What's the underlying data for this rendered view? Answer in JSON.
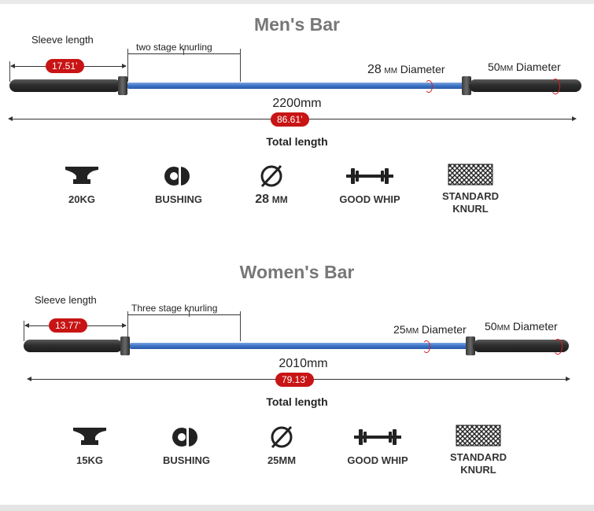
{
  "mens": {
    "title": "Men's Bar",
    "sleeve_length_label": "Sleeve length",
    "sleeve_length_value": "17.51’",
    "knurling_label": "two stage knurling",
    "shaft_diameter_num": "28",
    "shaft_diameter_unit": "MM",
    "shaft_diameter_text": "Diameter",
    "sleeve_diameter_num": "50",
    "sleeve_diameter_unit": "MM",
    "sleeve_diameter_text": "Diameter",
    "total_mm": "2200mm",
    "total_in": "86.61’",
    "total_label": "Total length",
    "features": [
      {
        "icon": "anvil-icon",
        "label": "20KG"
      },
      {
        "icon": "bushing-icon",
        "label": "BUSHING"
      },
      {
        "icon": "diameter-icon",
        "label_num": "28",
        "label_unit": "MM"
      },
      {
        "icon": "barbell-icon",
        "label": "GOOD WHIP"
      },
      {
        "icon": "knurl-icon",
        "label": "STANDARD KNURL"
      }
    ]
  },
  "womens": {
    "title": "Women's Bar",
    "sleeve_length_label": "Sleeve length",
    "sleeve_length_value": "13.77’",
    "knurling_label": "Three stage knurling",
    "shaft_diameter_num": "25",
    "shaft_diameter_unit": "MM",
    "shaft_diameter_text": "Diameter",
    "sleeve_diameter_num": "50",
    "sleeve_diameter_unit": "MM",
    "sleeve_diameter_text": "Diameter",
    "total_mm": "2010mm",
    "total_in": "79.13’",
    "total_label": "Total length",
    "features": [
      {
        "icon": "anvil-icon",
        "label": "15KG"
      },
      {
        "icon": "bushing-icon",
        "label": "BUSHING"
      },
      {
        "icon": "diameter-icon",
        "label": "25MM"
      },
      {
        "icon": "barbell-icon",
        "label": "GOOD WHIP"
      },
      {
        "icon": "knurl-icon",
        "label": "STANDARD KNURL"
      }
    ]
  },
  "colors": {
    "badge": "#c81414",
    "shaft": "#3d73c6",
    "sleeve": "#2e2e2e",
    "ring": "#d42020",
    "title": "#777777"
  }
}
